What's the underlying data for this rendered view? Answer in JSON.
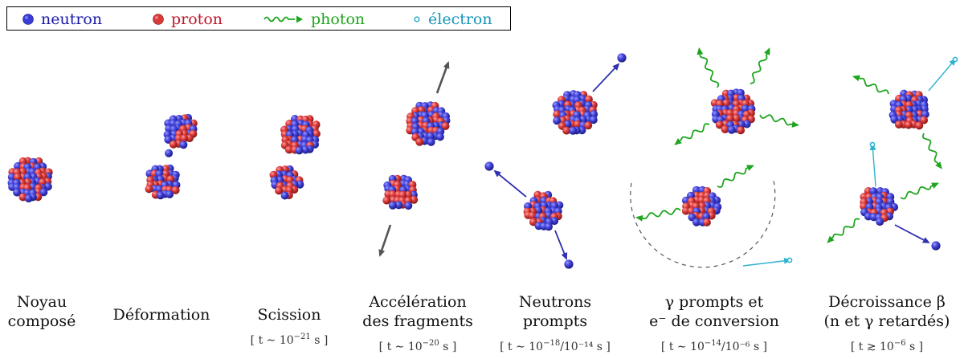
{
  "legend": {
    "items": [
      {
        "label": "neutron",
        "color": "#1a1aa8",
        "marker": "blue-sphere-icon"
      },
      {
        "label": "proton",
        "color": "#c0182a",
        "marker": "red-sphere-icon"
      },
      {
        "label": "photon",
        "color": "#1fa51f",
        "marker": "wavy-arrow-icon"
      },
      {
        "label": "électron",
        "color": "#1896b8",
        "marker": "small-circle-icon"
      }
    ]
  },
  "colors": {
    "neutron": "#3b3bd8",
    "proton": "#d83a3a",
    "photon": "#1fa51f",
    "electron": "#2fb3cf",
    "fragment_arrow": "#555555",
    "particle_arrow": "#3030b0"
  },
  "stages": [
    {
      "lines": [
        "Noyau",
        "composé"
      ],
      "time_pre": "",
      "time_exp": "",
      "time_post": ""
    },
    {
      "lines": [
        "Déformation"
      ],
      "time_pre": "",
      "time_exp": "",
      "time_post": ""
    },
    {
      "lines": [
        "Scission"
      ],
      "time_pre": "[ t ∼ 10",
      "time_exp": "−21",
      "time_post": " s ]"
    },
    {
      "lines": [
        "Accélération",
        "des fragments"
      ],
      "time_pre": "[ t ∼ 10",
      "time_exp": "−20",
      "time_post": " s ]"
    },
    {
      "lines": [
        "Neutrons",
        "prompts"
      ],
      "time_pre": "[ t ∼ 10",
      "time_exp": "−18",
      "time_post": "/10⁻¹⁴ s ]"
    },
    {
      "lines": [
        "γ prompts et",
        "e⁻ de conversion"
      ],
      "time_pre": "[ t ∼ 10",
      "time_exp": "−14",
      "time_post": "/10⁻⁶ s ]"
    },
    {
      "lines": [
        "Décroissance β",
        "(n et γ retardés)"
      ],
      "time_pre": "[ t ≳ 10",
      "time_exp": "−6",
      "time_post": " s ]"
    }
  ]
}
